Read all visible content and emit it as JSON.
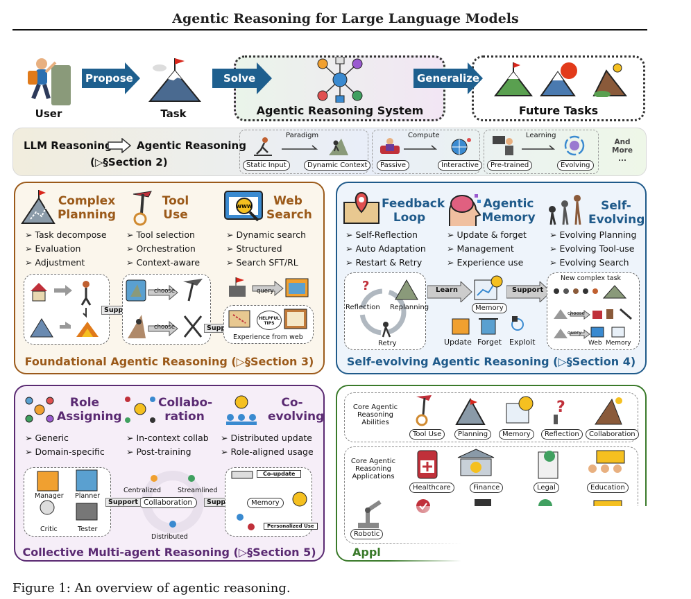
{
  "title": "Agentic Reasoning for Large Language Models",
  "top": {
    "user": "User",
    "propose": "Propose",
    "task": "Task",
    "solve": "Solve",
    "system": "Agentic Reasoning System",
    "generalize": "Generalize",
    "future": "Future Tasks"
  },
  "banner": {
    "llm": "LLM Reasoning",
    "agentic": "Agentic Reasoning",
    "section": "(▷§Section 2)",
    "paradigm": {
      "label": "Paradigm",
      "from": "Static Input",
      "to": "Dynamic Context"
    },
    "compute": {
      "label": "Compute",
      "from": "Passive",
      "to": "Interactive"
    },
    "learning": {
      "label": "Learning",
      "from": "Pre-trained",
      "to": "Evolving"
    },
    "more": "And More ..."
  },
  "q1": {
    "cols": [
      {
        "title": "Complex Planning",
        "items": [
          "Task decompose",
          "Evaluation",
          "Adjustment"
        ]
      },
      {
        "title": "Tool Use",
        "items": [
          "Tool selection",
          "Orchestration",
          "Context-aware"
        ]
      },
      {
        "title": "Web Search",
        "items": [
          "Dynamic search",
          "Structured",
          "Search SFT/RL"
        ]
      }
    ],
    "choose1": "choose",
    "choose2": "choose",
    "query": "query",
    "support1": "Support",
    "support2": "Support",
    "tips": "HELPFUL TIPS",
    "web_exp": "Experience from web",
    "footer": "Foundational Agentic Reasoning (▷§Section 3)"
  },
  "q2": {
    "cols": [
      {
        "title": "Feedback Loop",
        "items": [
          "Self-Reflection",
          "Auto Adaptation",
          "Restart & Retry"
        ]
      },
      {
        "title": "Agentic Memory",
        "items": [
          "Update & forget",
          "Management",
          "Experience use"
        ]
      },
      {
        "title": "Self-Evolving",
        "items": [
          "Evolving Planning",
          "Evolving Tool-use",
          "Evolving Search"
        ]
      }
    ],
    "reflection": "Reflection",
    "replanning": "Replanning",
    "retry": "Retry",
    "learn": "Learn",
    "memory": "Memory",
    "support": "Support",
    "update": "Update",
    "forget": "Forget",
    "exploit": "Exploit",
    "new_task": "New complex task",
    "choose": "choose",
    "query": "query",
    "web": "Web",
    "memory2": "Memory",
    "footer": "Self-evolving Agentic Reasoning (▷§Section 4)"
  },
  "q3": {
    "cols": [
      {
        "title": "Role Assigning",
        "items": [
          "Generic",
          "Domain-specific"
        ]
      },
      {
        "title": "Collabo-ration",
        "items": [
          "In-context collab",
          "Post-training"
        ]
      },
      {
        "title": "Co-evolving",
        "items": [
          "Distributed update",
          "Role-aligned usage"
        ]
      }
    ],
    "roles": [
      "Manager",
      "Planner",
      "Critic",
      "Tester"
    ],
    "centralized": "Centralized",
    "streamlined": "Streamlined",
    "collaboration": "Collaboration",
    "distributed": "Distributed",
    "support1": "Support",
    "support2": "Support",
    "co_update": "Co-update",
    "memory": "Memory",
    "personalized": "Personalized Use",
    "footer": "Collective Multi-agent Reasoning (▷§Section 5)"
  },
  "q4": {
    "core_abilities": "Core Agentic Reasoning Abilities",
    "abilities": [
      "Tool Use",
      "Planning",
      "Memory",
      "Reflection",
      "Collaboration"
    ],
    "core_apps": "Core Agentic Reasoning Applications",
    "apps": [
      "Healthcare",
      "Finance",
      "Legal",
      "Education"
    ],
    "partial_app": "Robotic",
    "partial_footer": "Appl"
  },
  "caption": "Figure 1: An overview of agentic reasoning.",
  "colors": {
    "orange": "#9b5a1a",
    "blue": "#1f5a8a",
    "purple": "#5a2a72",
    "green": "#3a7a2a",
    "arrow": "#1e5f8e"
  }
}
